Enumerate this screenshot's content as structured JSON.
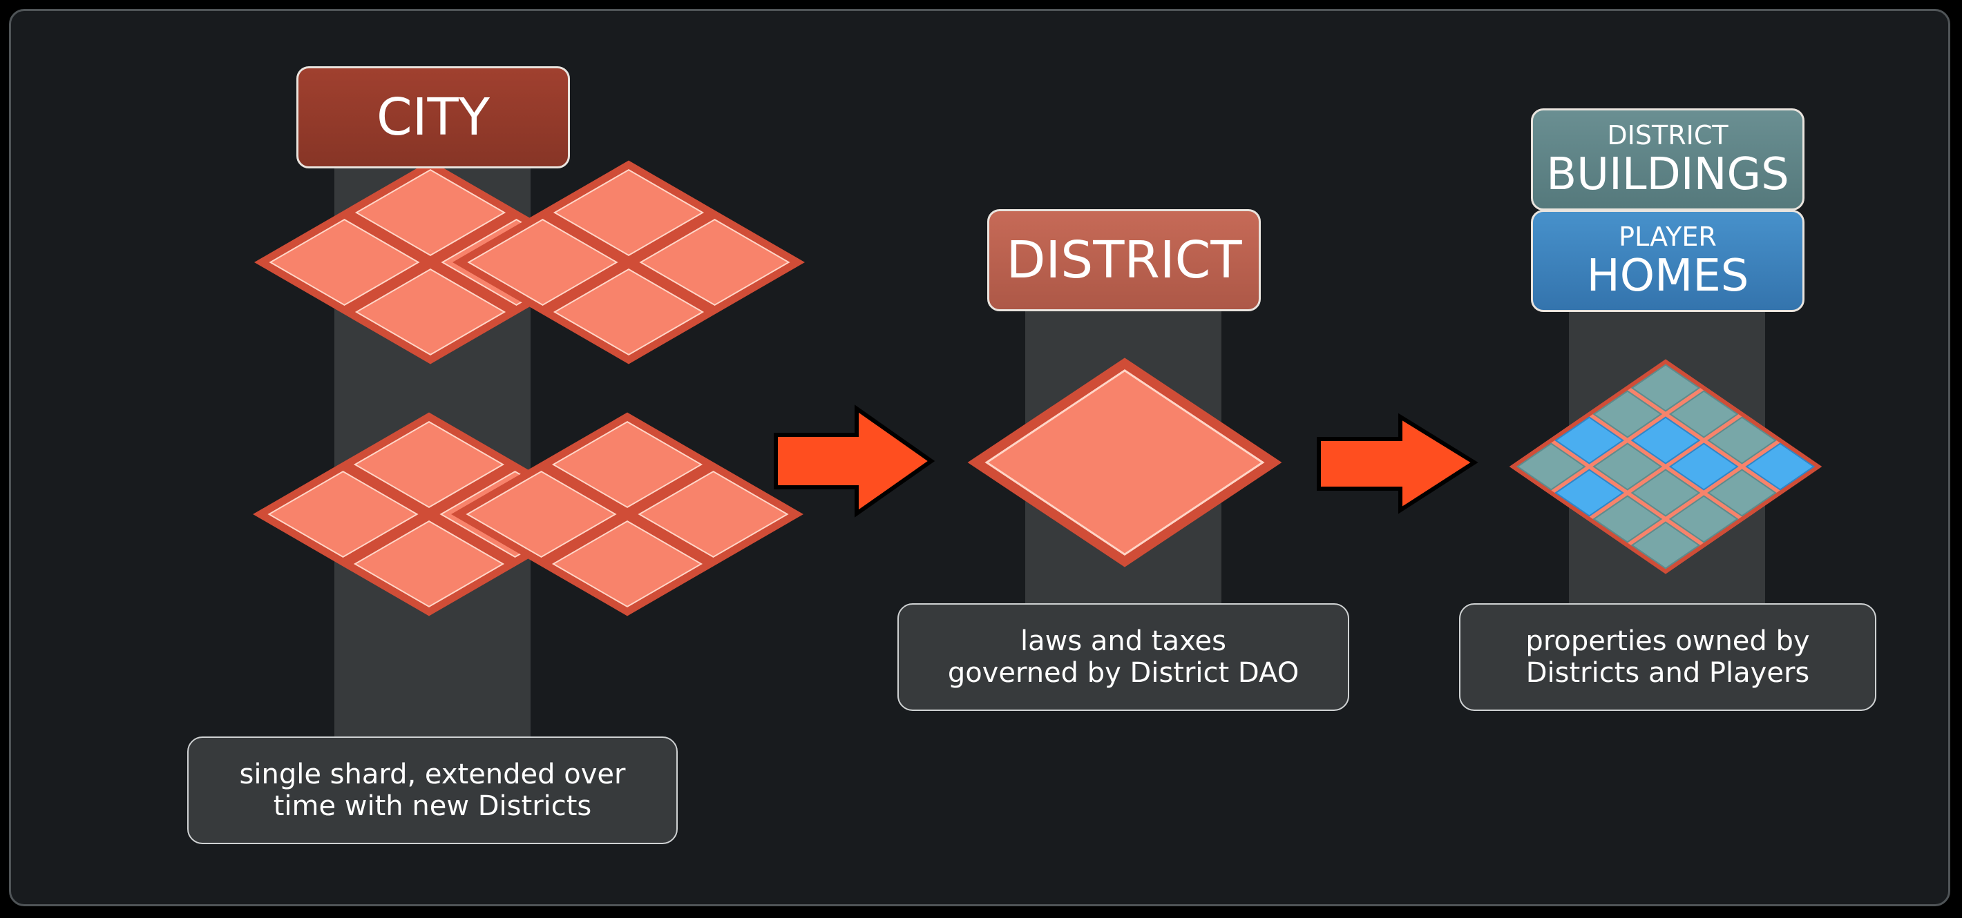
{
  "city": {
    "title": "CITY",
    "caption_line1": "single shard, extended over",
    "caption_line2": "time with new Districts"
  },
  "district": {
    "title": "DISTRICT",
    "caption_line1": "laws and taxes",
    "caption_line2": "governed by District DAO"
  },
  "properties": {
    "buildings_small": "DISTRICT",
    "buildings_main": "BUILDINGS",
    "homes_small": "PLAYER",
    "homes_main": "HOMES",
    "caption_line1": "properties owned by",
    "caption_line2": "Districts and Players"
  },
  "colors": {
    "background": "#181b1e",
    "tile_fill": "#f8836b",
    "tile_border": "#d04d37",
    "arrow": "#ff4e1f",
    "city_title": "#923a2c",
    "district_title": "#bc6251",
    "buildings_box": "#5e8386",
    "homes_box": "#3c82bd",
    "building_lot": "#78a7a8",
    "home_lot": "#4aaef0"
  }
}
